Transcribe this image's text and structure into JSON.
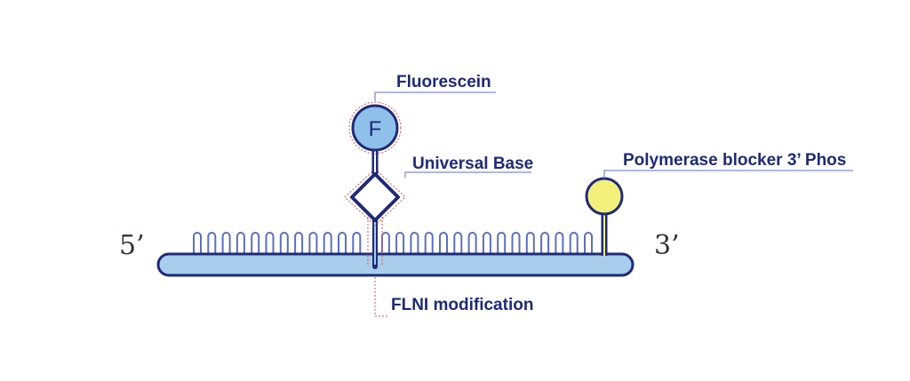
{
  "labels": {
    "fluorescein": "Fluorescein",
    "universal_base": "Universal Base",
    "polymerase_blocker": "Polymerase blocker 3’ Phos",
    "flni_modification": "FLNI modification",
    "five_prime": "5’",
    "three_prime": "3’",
    "fluorophore_letter": "F"
  },
  "colors": {
    "backbone_fill": "#a9cdec",
    "outline": "#1f2a78",
    "fluorescein_fill": "#8fc0ea",
    "blocker_fill": "#f2f07a",
    "guide_line": "#5b6fbf",
    "dotted_outline": "#e05050"
  },
  "tooth_count": 28
}
